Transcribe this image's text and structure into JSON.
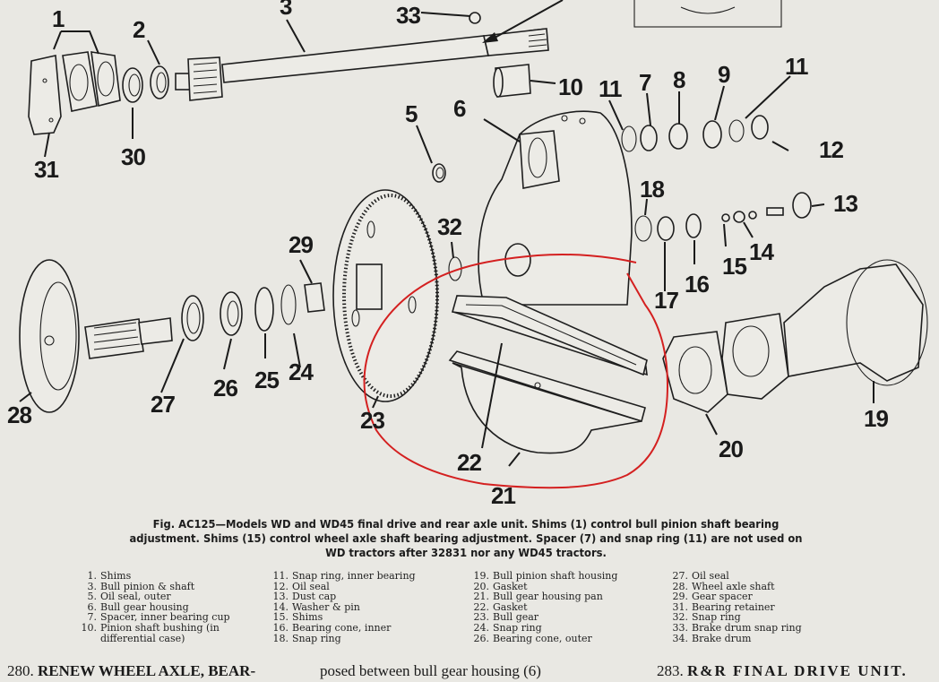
{
  "figure": {
    "caption": "Fig. AC125—Models WD and WD45 final drive and rear axle unit. Shims (1) control bull pinion shaft bearing adjustment. Shims (15) control wheel axle shaft bearing adjustment. Spacer (7) and snap ring (11) are not used on WD tractors after 32831 nor any WD45 tractors.",
    "callouts": {
      "c1": "1",
      "c2": "2",
      "c3": "3",
      "c5": "5",
      "c6": "6",
      "c7": "7",
      "c8": "8",
      "c9": "9",
      "c10": "10",
      "c11a": "11",
      "c11b": "11",
      "c12": "12",
      "c13": "13",
      "c14": "14",
      "c15": "15",
      "c16": "16",
      "c17": "17",
      "c18": "18",
      "c19": "19",
      "c20": "20",
      "c21": "21",
      "c22": "22",
      "c23": "23",
      "c24": "24",
      "c25": "25",
      "c26": "26",
      "c27": "27",
      "c28": "28",
      "c29": "29",
      "c30": "30",
      "c31": "31",
      "c32": "32",
      "c33": "33"
    },
    "annotation_color": "#d42020"
  },
  "legend": {
    "col1": [
      {
        "num": "1.",
        "label": "Shims"
      },
      {
        "num": "3.",
        "label": "Bull pinion & shaft"
      },
      {
        "num": "5.",
        "label": "Oil seal, outer"
      },
      {
        "num": "6.",
        "label": "Bull gear housing"
      },
      {
        "num": "7.",
        "label": "Spacer, inner bearing cup"
      },
      {
        "num": "10.",
        "label": "Pinion shaft bushing (in",
        "cont": "differential case)"
      }
    ],
    "col2": [
      {
        "num": "11.",
        "label": "Snap ring, inner bearing"
      },
      {
        "num": "12.",
        "label": "Oil seal"
      },
      {
        "num": "13.",
        "label": "Dust cap"
      },
      {
        "num": "14.",
        "label": "Washer & pin"
      },
      {
        "num": "15.",
        "label": "Shims"
      },
      {
        "num": "16.",
        "label": "Bearing cone, inner"
      },
      {
        "num": "18.",
        "label": "Snap ring"
      }
    ],
    "col3": [
      {
        "num": "19.",
        "label": "Bull pinion shaft housing"
      },
      {
        "num": "20.",
        "label": "Gasket"
      },
      {
        "num": "21.",
        "label": "Bull gear housing pan"
      },
      {
        "num": "22.",
        "label": "Gasket"
      },
      {
        "num": "23.",
        "label": "Bull gear"
      },
      {
        "num": "24.",
        "label": "Snap ring"
      },
      {
        "num": "26.",
        "label": "Bearing cone, outer"
      }
    ],
    "col4": [
      {
        "num": "27.",
        "label": "Oil seal"
      },
      {
        "num": "28.",
        "label": "Wheel axle shaft"
      },
      {
        "num": "29.",
        "label": "Gear spacer"
      },
      {
        "num": "31.",
        "label": "Bearing retainer"
      },
      {
        "num": "32.",
        "label": "Snap ring"
      },
      {
        "num": "33.",
        "label": "Brake drum snap ring"
      },
      {
        "num": "34.",
        "label": "Brake drum"
      }
    ]
  },
  "body": {
    "col1_num": "280.",
    "col1_heading": "RENEW WHEEL AXLE, BEAR-",
    "col2_text": "posed between bull gear housing (6)",
    "col3_num": "283.",
    "col3_heading": "R&R FINAL DRIVE UNIT."
  }
}
